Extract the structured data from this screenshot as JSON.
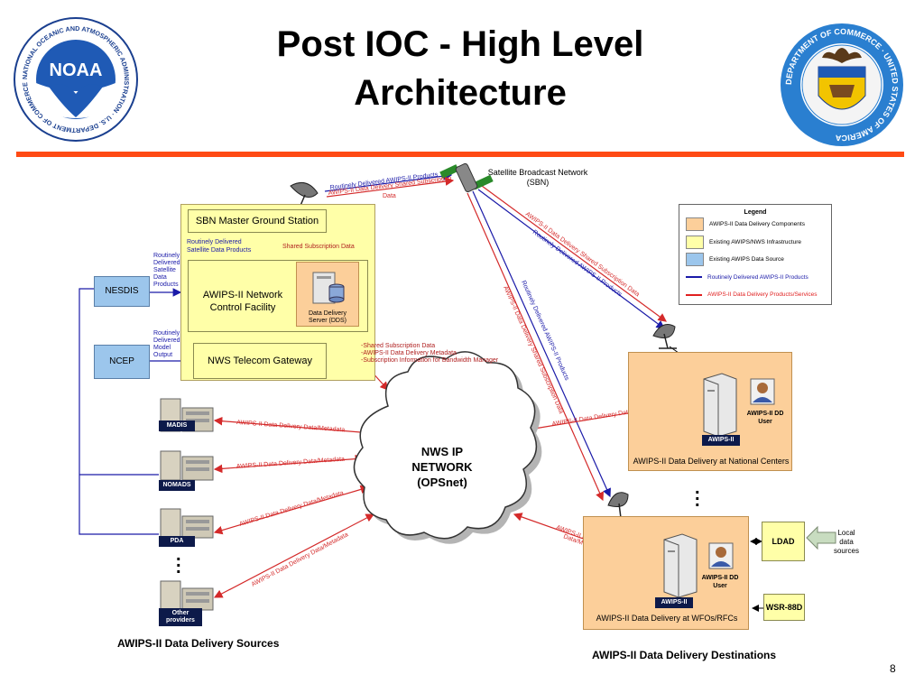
{
  "slide": {
    "title_line1": "Post IOC - High Level",
    "title_line2": "Architecture",
    "page_number": "8",
    "left_logo_text": "NOAA",
    "left_logo_ring_text": "NATIONAL OCEANIC AND ATMOSPHERIC ADMINISTRATION · U.S. DEPARTMENT OF COMMERCE",
    "right_logo_ring_text": "DEPARTMENT OF COMMERCE · UNITED STATES OF AMERICA"
  },
  "satellite": {
    "label_line1": "Satellite Broadcast Network",
    "label_line2": "(SBN)",
    "uplink_blue": "Routinely Delivered AWIPS-II Products",
    "uplink_red_line1": "AWIPS-II Data Delivery Shared Subscription",
    "uplink_red_line2": "Data"
  },
  "sources": {
    "sbn_station": "SBN Master Ground Station",
    "sat_products_line1": "Routinely Delivered",
    "sat_products_line2": "Satellite Data Products",
    "shared_sub": "Shared Subscription Data",
    "ncf_line1": "AWIPS-II Network",
    "ncf_line2": "Control Facility",
    "dds_line1": "Data Delivery",
    "dds_line2": "Server (DDS)",
    "nesdis": "NESDIS",
    "nesdis_note": [
      "Routinely",
      "Delivered",
      "Satellite",
      "Data",
      "Products"
    ],
    "ncep": "NCEP",
    "ncep_note": [
      "Routinely",
      "Delivered",
      "Model",
      "Output"
    ],
    "gateway": "NWS Telecom Gateway",
    "gateway_notes": [
      "-Shared Subscription Data",
      "-AWIPS-II Data Delivery Metadata",
      "-Subscription Information for Bandwidth Manager"
    ],
    "madis": "MADIS",
    "nomads": "NOMADS",
    "pda": "PDA",
    "other_line1": "Other",
    "other_line2": "providers",
    "link_label": "AWIPS-II Data Delivery Data/Metadata",
    "section_label": "AWIPS-II Data Delivery Sources"
  },
  "network": {
    "line1": "NWS IP",
    "line2": "NETWORK",
    "line3": "(OPSnet)"
  },
  "destinations": {
    "national_label": "AWIPS-II Data Delivery at National Centers",
    "wfo_label": "AWIPS-II Data Delivery at WFOs/RFCs",
    "awips": "AWIPS-II",
    "dd_user_line1": "AWIPS-II DD",
    "dd_user_line2": "User",
    "ldad": "LDAD",
    "wsr": "WSR-88D",
    "local_line1": "Local",
    "local_line2": "data",
    "local_line3": "sources",
    "link_national": "AWIPS-II Data Delivery Data/Metadata",
    "link_wfo_line1": "AWIPS-II Data Delivery",
    "link_wfo_line2": "Data/Metadata",
    "diag_shared": "AWIPS-II Data Delivery Shared Subscription Data",
    "diag_routine": "Routinely Delivered AWIPS-II Products",
    "section_label": "AWIPS-II Data Delivery Destinations"
  },
  "legend": {
    "title": "Legend",
    "items": [
      {
        "label": "AWIPS-II Data Delivery Components",
        "kind": "swatch",
        "color": "#fccf9a"
      },
      {
        "label": "Existing AWIPS/NWS Infrastructure",
        "kind": "swatch",
        "color": "#ffffa8"
      },
      {
        "label": "Existing AWIPS Data Source",
        "kind": "swatch",
        "color": "#9cc6ec"
      },
      {
        "label": "Routinely Delivered AWIPS-II Products",
        "kind": "line",
        "color": "#1a1aa8"
      },
      {
        "label": "AWIPS-II Data Delivery Products/Services",
        "kind": "line",
        "color": "#e02020"
      }
    ]
  },
  "colors": {
    "accent_rule": "#ff4a14",
    "blue_link": "#1a1aa8",
    "red_link": "#d42a2a"
  }
}
